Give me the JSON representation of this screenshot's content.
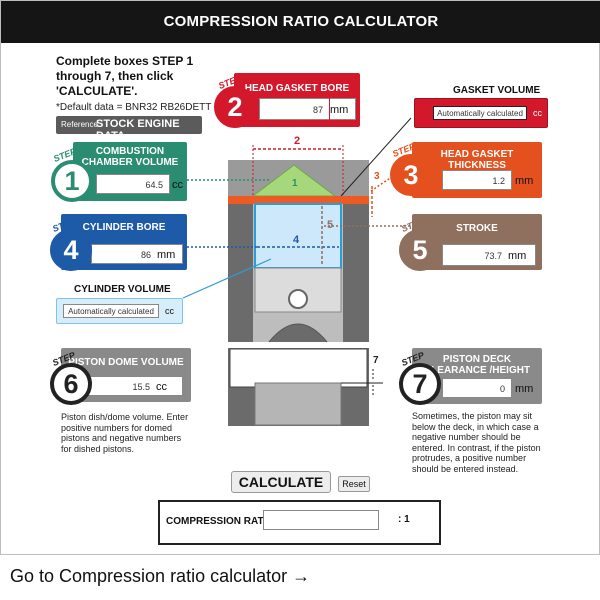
{
  "title": "COMPRESSION RATIO CALCULATOR",
  "instructions": "Complete boxes STEP 1 through 7, then click 'CALCULATE'.",
  "default_data": "*Default data = BNR32 RB26DETT",
  "reference": {
    "small": "Reference",
    "label": "STOCK ENGINE DATA"
  },
  "step_word": "STEP",
  "diagram_labels": {
    "d1": "1",
    "d2": "2",
    "d3": "3",
    "d4": "4",
    "d5": "5",
    "d7": "7"
  },
  "steps": [
    {
      "num": "1",
      "label": "COMBUSTION CHAMBER VOLUME",
      "value": "64.5",
      "unit": "cc",
      "color": "#2a8c70"
    },
    {
      "num": "2",
      "label": "HEAD GASKET BORE",
      "value": "87",
      "unit": "mm",
      "color": "#d2182a"
    },
    {
      "num": "3",
      "label": "HEAD GASKET THICKNESS",
      "value": "1.2",
      "unit": "mm",
      "color": "#e4511e"
    },
    {
      "num": "4",
      "label": "CYLINDER BORE",
      "value": "86",
      "unit": "mm",
      "color": "#1d5aa8"
    },
    {
      "num": "5",
      "label": "STROKE",
      "value": "73.7",
      "unit": "mm",
      "color": "#8f6f5e"
    },
    {
      "num": "6",
      "label": "PISTON DOME VOLUME",
      "value": "15.5",
      "unit": "cc",
      "color": "#8a8a8a"
    },
    {
      "num": "7",
      "label": "PISTON DECK CLEARANCE /HEIGHT",
      "value": "0",
      "unit": "mm",
      "color": "#8a8a8a"
    }
  ],
  "gasket_volume": {
    "label": "GASKET VOLUME",
    "placeholder": "Automatically calculated",
    "unit": "cc"
  },
  "cylinder_volume": {
    "label": "CYLINDER VOLUME",
    "placeholder": "Automatically calculated",
    "unit": "cc"
  },
  "desc_step6": "Piston dish/dome volume. Enter positive numbers for domed pistons and negative numbers for dished pistons.",
  "desc_step7": "Sometimes, the piston may sit below the deck, in which case a negative number should be entered. In contrast, if the piston protrudes, a positive number should be entered instead.",
  "calculate_label": "CALCULATE",
  "reset_label": "Reset",
  "compression": {
    "label": "COMPRESSION RATIO",
    "unit": ": 1",
    "value": ""
  },
  "footer_link": "Go to Compression ratio calculator →"
}
